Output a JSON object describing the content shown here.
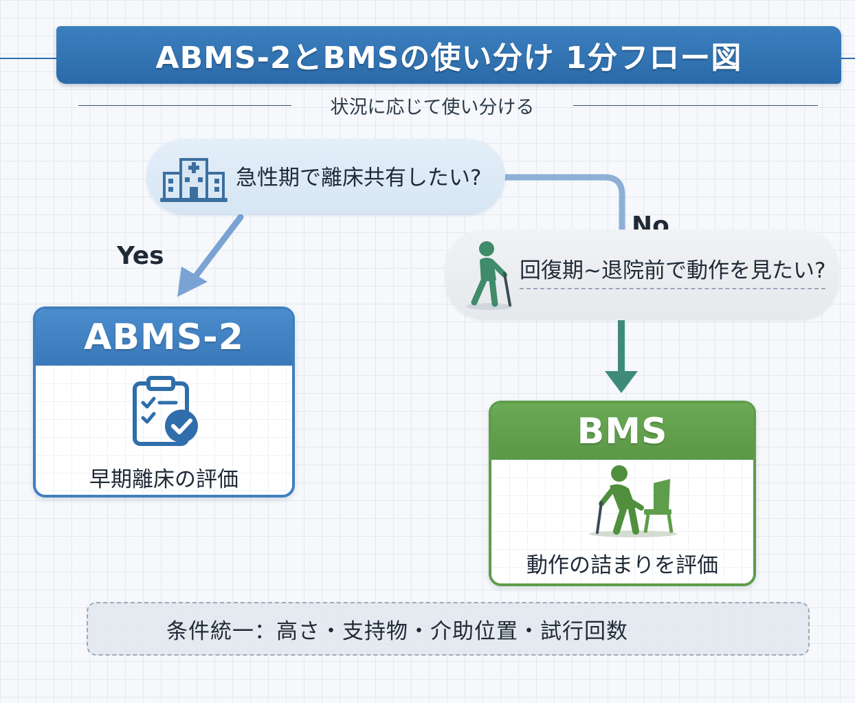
{
  "header": {
    "title": "ABMS-2とBMSの使い分け 1分フロー図",
    "subtitle": "状況に応じて使い分ける"
  },
  "flow": {
    "question1": {
      "text": "急性期で離床共有したい?",
      "icon": "hospital-icon"
    },
    "question2": {
      "text": "回復期~退院前で動作を見たい?",
      "icon": "person-with-cane-icon"
    },
    "yes_label": "Yes",
    "no_label": "No"
  },
  "results": {
    "abms": {
      "title": "ABMS-2",
      "caption": "早期離床の評価",
      "icon": "clipboard-check-icon",
      "color": "#3f7fc0"
    },
    "bms": {
      "title": "BMS",
      "caption": "動作の詰まりを評価",
      "icon": "person-standing-from-chair-icon",
      "color": "#5e9d4a"
    }
  },
  "footer": {
    "text": "条件統一：高さ・支持物・介助位置・試行回数"
  },
  "colors": {
    "primary_blue": "#2f6eaa",
    "green": "#5e9d4a",
    "arrow_blue": "#7aa3d4",
    "arrow_teal": "#3f8b7a"
  }
}
